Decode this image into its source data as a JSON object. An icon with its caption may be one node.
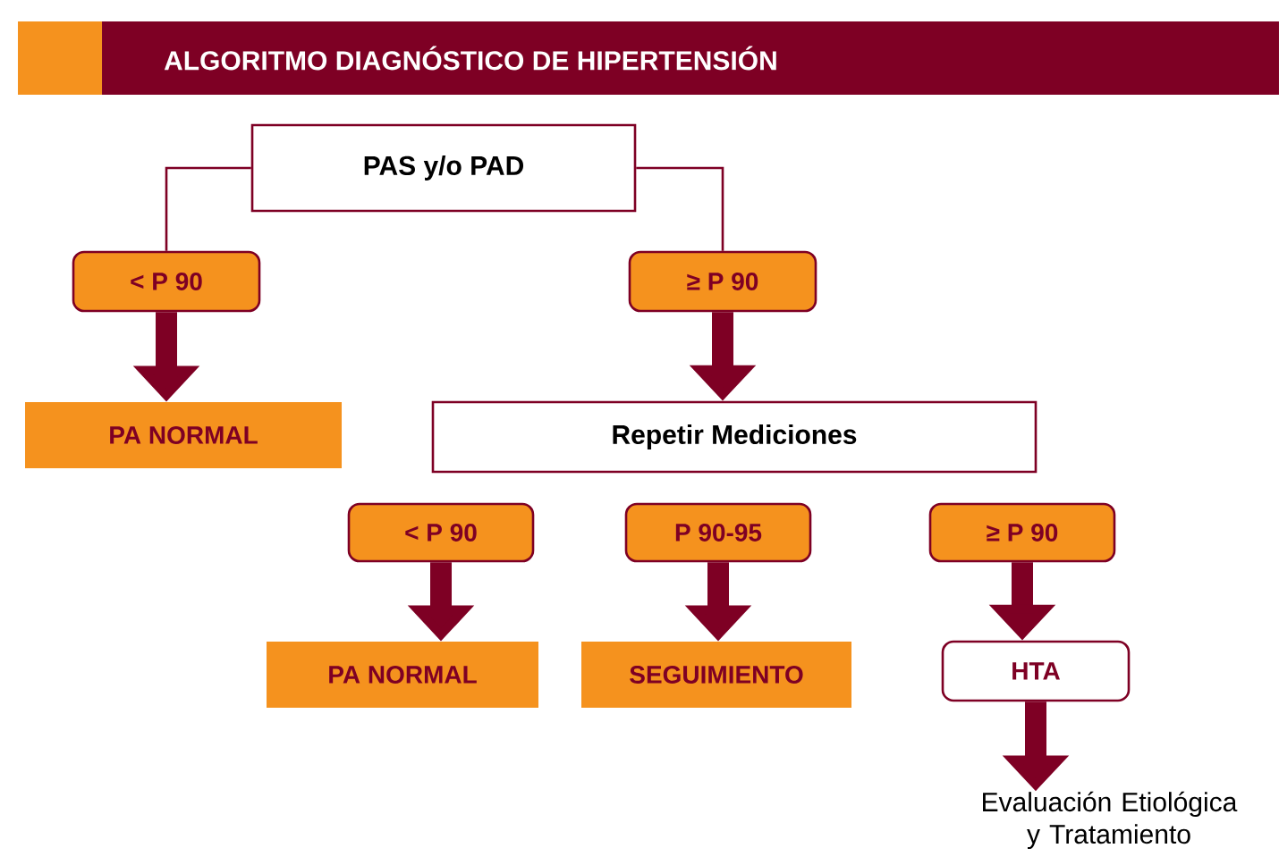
{
  "diagram": {
    "title": "ALGORITMO DIAGNÓSTICO DE HIPERTENSIÓN",
    "nodes": [
      {
        "text": [
          "PAS y/o PAD"
        ]
      },
      {
        "text": [
          "< P 90"
        ]
      },
      {
        "text": [
          "≥ P 90"
        ]
      },
      {
        "text": [
          "PA NORMAL"
        ]
      },
      {
        "text": [
          "Repetir Mediciones"
        ]
      },
      {
        "text": [
          "< P 90"
        ]
      },
      {
        "text": [
          "P 90-95"
        ]
      },
      {
        "text": [
          "≥ P 90"
        ]
      },
      {
        "text": [
          "PA NORMAL"
        ]
      },
      {
        "text": [
          "SEGUIMIENTO"
        ]
      },
      {
        "text": [
          "HTA"
        ]
      },
      {
        "text": [
          "Evaluación Etiológica y Tratamiento"
        ]
      }
    ],
    "edges": [
      {
        "from": 0,
        "to": 1,
        "arrow": "none"
      },
      {
        "from": 0,
        "to": 2,
        "arrow": "none"
      },
      {
        "from": 1,
        "to": 3,
        "arrow": "to"
      },
      {
        "from": 2,
        "to": 4,
        "arrow": "to"
      },
      {
        "from": 5,
        "to": 8,
        "arrow": "to"
      },
      {
        "from": 6,
        "to": 9,
        "arrow": "to"
      },
      {
        "from": 7,
        "to": 10,
        "arrow": "to"
      },
      {
        "from": 10,
        "to": 11,
        "arrow": "to"
      }
    ]
  }
}
